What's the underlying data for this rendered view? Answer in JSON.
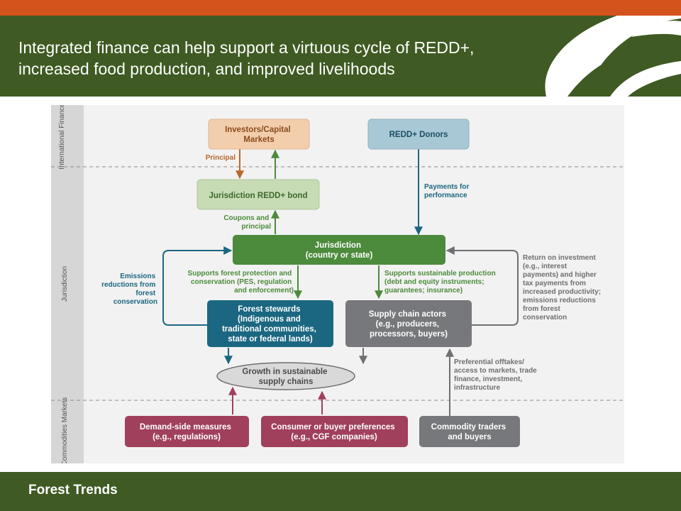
{
  "slide": {
    "title_line1": "Integrated finance can help support a virtuous cycle of REDD+,",
    "title_line2": "increased food production, and improved livelihoods",
    "footer": "Forest Trends"
  },
  "colors": {
    "header_green": "#3f5a23",
    "accent_orange": "#d4521c",
    "investor_box": "#f3ceac",
    "donor_box": "#a9c8d5",
    "bond_box": "#c7dbb5",
    "jurisdiction_box": "#4c8a3c",
    "stewards_box": "#1b6781",
    "supply_box": "#77787b",
    "market_red_box": "#a0405c",
    "traders_box": "#77787b"
  },
  "diagram": {
    "bands": {
      "international": "International Finance",
      "jurisdiction": "Jurisdiction",
      "markets": "Commodities Markets"
    },
    "boxes": {
      "investors": [
        "Investors/Capital",
        "Markets"
      ],
      "donors": [
        "REDD+ Donors"
      ],
      "bond": [
        "Jurisdiction REDD+ bond"
      ],
      "jurisdiction": [
        "Jurisdiction",
        "(country or state)"
      ],
      "stewards": [
        "Forest stewards",
        "(Indigenous and",
        "traditional communities,",
        "state or federal lands)"
      ],
      "supply_chain": [
        "Supply chain actors",
        "(e.g., producers,",
        "processors, buyers)"
      ],
      "growth": [
        "Growth in sustainable",
        "supply chains"
      ],
      "demand": [
        "Demand-side measures",
        "(e.g., regulations)"
      ],
      "consumer": [
        "Consumer or buyer preferences",
        "(e.g., CGF companies)"
      ],
      "traders": [
        "Commodity traders",
        "and buyers"
      ]
    },
    "labels": {
      "principal": [
        "Principal"
      ],
      "payments": [
        "Payments for",
        "performance"
      ],
      "coupons": [
        "Coupons and",
        "principal"
      ],
      "emissions": [
        "Emissions",
        "reductions from",
        "forest",
        "conservation"
      ],
      "forest_protection": [
        "Supports forest protection and",
        "conservation (PES, regulation",
        "and enforcement)"
      ],
      "sustainable_production": [
        "Supports sustainable production",
        "(debt and equity instruments;",
        "guarantees; insurance)"
      ],
      "return": [
        "Return on investment",
        "(e.g., interest",
        "payments) and higher",
        "tax payments from",
        "increased productivity;",
        "emissions reductions",
        "from forest",
        "conservation"
      ],
      "offtakes": [
        "Preferential offtakes/",
        "access to markets, trade",
        "finance, investment,",
        "infrastructure"
      ]
    }
  }
}
